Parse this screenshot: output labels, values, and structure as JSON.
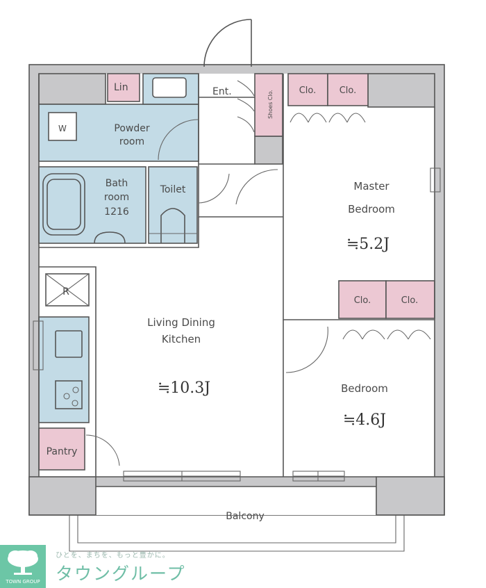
{
  "floor_plan": {
    "rooms": [
      {
        "id": "entrance",
        "label": "Ent."
      },
      {
        "id": "shoes-closet",
        "label": "Shoes Clo."
      },
      {
        "id": "linen",
        "label": "Lin"
      },
      {
        "id": "powder-room",
        "label_line1": "Powder",
        "label_line2": "room"
      },
      {
        "id": "washer",
        "label": "W"
      },
      {
        "id": "bathroom",
        "label_line1": "Bath",
        "label_line2": "room",
        "label_line3": "1216"
      },
      {
        "id": "toilet",
        "label": "Toilet"
      },
      {
        "id": "master-bedroom",
        "label_line1": "Master",
        "label_line2": "Bedroom",
        "area": "≒5.2J"
      },
      {
        "id": "master-closet-1",
        "label": "Clo."
      },
      {
        "id": "master-closet-2",
        "label": "Clo."
      },
      {
        "id": "refrigerator",
        "label": "R"
      },
      {
        "id": "ldk",
        "label_line1": "Living Dining",
        "label_line2": "Kitchen",
        "area": "≒10.3J"
      },
      {
        "id": "pantry",
        "label": "Pantry"
      },
      {
        "id": "bedroom",
        "label": "Bedroom",
        "area": "≒4.6J"
      },
      {
        "id": "bedroom-closet-1",
        "label": "Clo."
      },
      {
        "id": "bedroom-closet-2",
        "label": "Clo."
      },
      {
        "id": "balcony",
        "label": "Balcony"
      }
    ],
    "colors": {
      "wet_area": "#c3dbe6",
      "storage": "#ecc8d3",
      "wall": "#c8c8ca",
      "logo": "#6cc6a6"
    }
  },
  "branding": {
    "tagline": "ひとを、まちを、もっと豊かに。",
    "company_name": "タウングループ",
    "logo_sub": "TOWN GROUP"
  }
}
